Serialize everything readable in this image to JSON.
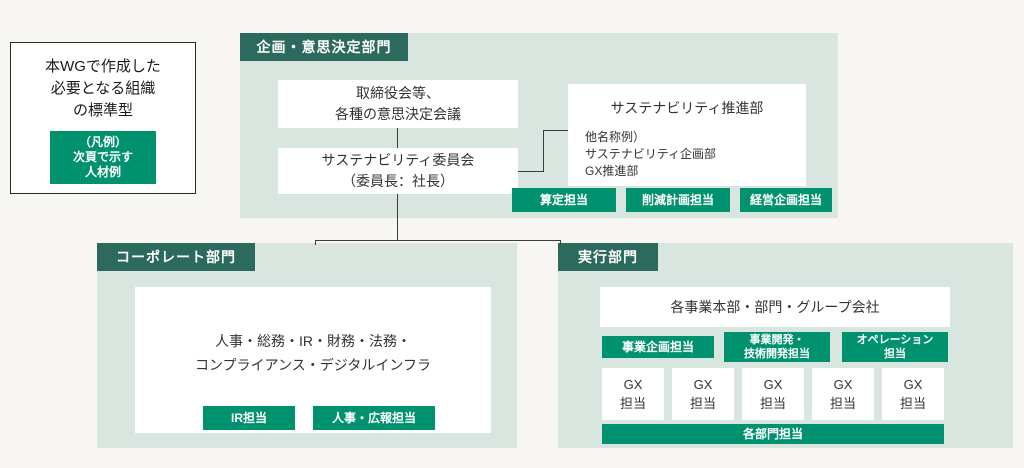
{
  "colors": {
    "page_bg": "#f7f6f3",
    "panel_bg": "#d9e6e0",
    "header_bg": "#2c6a5e",
    "badge_bg": "#00916e",
    "line": "#3c3c3c",
    "box_text": "#333333"
  },
  "legend": {
    "title": "本WGで作成した\n必要となる組織\nの標準型",
    "badge": "（凡例）\n次頁で示す\n人材例"
  },
  "planning": {
    "header": "企画・意思決定部門",
    "board": "取締役会等、\n各種の意思決定会議",
    "committee": "サステナビリティ委員会\n（委員長：社長）",
    "promotion": {
      "title": "サステナビリティ推進部",
      "note": "他名称例）\nサステナビリティ企画部\nGX推進部"
    },
    "badges": [
      "算定担当",
      "削減計画担当",
      "経営企画担当"
    ]
  },
  "corporate": {
    "header": "コーポレート部門",
    "box": "人事・総務・IR・財務・法務・\nコンプライアンス・デジタルインフラ",
    "badges": [
      "IR担当",
      "人事・広報担当"
    ]
  },
  "execution": {
    "header": "実行部門",
    "box": "各事業本部・部門・グループ会社",
    "badges": [
      "事業企画担当",
      "事業開発・\n技術開発担当",
      "オペレーション\n担当"
    ],
    "gx_boxes": [
      "GX\n担当",
      "GX\n担当",
      "GX\n担当",
      "GX\n担当",
      "GX\n担当"
    ],
    "bottom_badge": "各部門担当"
  }
}
